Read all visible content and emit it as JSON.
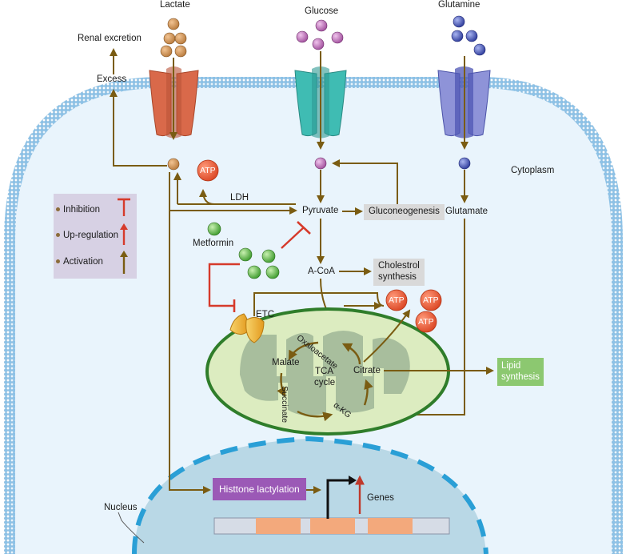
{
  "molecules": {
    "lactate": "Lactate",
    "glucose": "Glucose",
    "glutamine": "Glutamine"
  },
  "labels": {
    "renal_excretion": "Renal excretion",
    "excess": "Excess",
    "cytoplasm": "Cytoplasm",
    "ldh": "LDH",
    "pyruvate": "Pyruvate",
    "gluconeogenesis": "Gluconeogenesis",
    "glutamate": "Glutamate",
    "metformin": "Metformin",
    "acoa": "A-CoA",
    "cholesterol_line1": "Cholestrol",
    "cholesterol_line2": "synthesis",
    "etc": "ETC",
    "atp": "ATP",
    "oxaloacetate": "Oxaloacetate",
    "malate": "Malate",
    "tca_line1": "TCA",
    "tca_line2": "cycle",
    "citrate": "Citrate",
    "succinate": "Succinate",
    "akg": "α-KG",
    "lipid_line1": "Lipid",
    "lipid_line2": "synthesis",
    "nucleus": "Nucleus",
    "histone_lactylation": "Histtone lactylation",
    "genes": "Genes"
  },
  "legend": {
    "inhibition": "Inhibition",
    "upregulation": "Up-regulation",
    "activation": "Activation"
  },
  "colors": {
    "arrow": "#7a5c12",
    "inhibit": "#d63a2b",
    "lactate_channel": "#d9694a",
    "glucose_channel": "#3fbcb3",
    "glutamine_channel": "#6f78c4",
    "membrane": "#8fc4e8",
    "mito_fill": "#dcecc0",
    "mito_border": "#2f7d2a",
    "nucleus_fill": "#b9d8e6"
  }
}
